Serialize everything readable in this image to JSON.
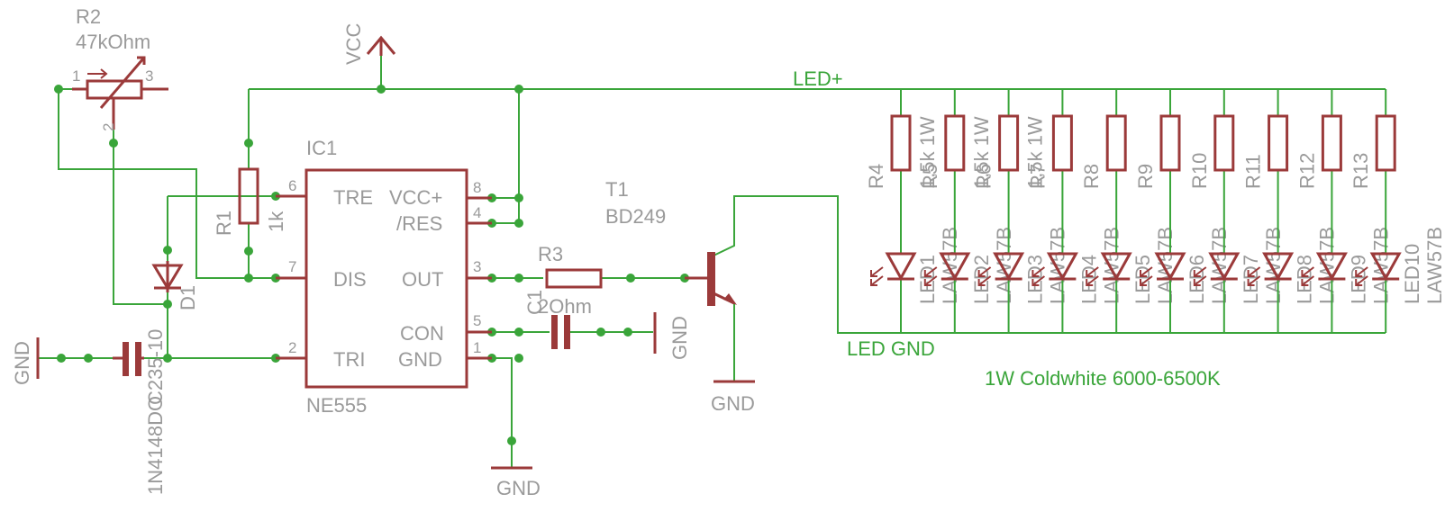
{
  "nets": {
    "vcc": "VCC",
    "led_plus": "LED+",
    "led_gnd": "LED GND",
    "gnd": "GND"
  },
  "note": "1W Coldwhite 6000-6500K",
  "ic": {
    "name": "IC1",
    "value": "NE555",
    "pin_names": {
      "tre": "TRE",
      "dis": "DIS",
      "tri": "TRI",
      "vcc": "VCC+",
      "res": "/RES",
      "out": "OUT",
      "con": "CON",
      "gnd": "GND"
    },
    "pin_numbers": {
      "tre": "6",
      "dis": "7",
      "tri": "2",
      "vcc": "8",
      "res": "4",
      "out": "3",
      "con": "5",
      "gnd": "1"
    }
  },
  "r1": {
    "name": "R1",
    "value": "1k"
  },
  "r2": {
    "name": "R2",
    "value": "47kOhm",
    "pin1": "1",
    "pin2": "2",
    "pin3": "3"
  },
  "r3": {
    "name": "R3",
    "value": "2Ohm"
  },
  "c1": {
    "name": "C1"
  },
  "c2": {
    "name": "C2",
    "value": "35-10"
  },
  "d1": {
    "name": "D1",
    "value": "1N4148DO"
  },
  "t1": {
    "name": "T1",
    "value": "BD249"
  },
  "led_resistors": [
    {
      "name": "R4",
      "value": "1,5k 1W"
    },
    {
      "name": "R5",
      "value": "1,5k 1W"
    },
    {
      "name": "R6",
      "value": "1,5k 1W"
    },
    {
      "name": "R7",
      "value": ""
    },
    {
      "name": "R8",
      "value": ""
    },
    {
      "name": "R9",
      "value": ""
    },
    {
      "name": "R10",
      "value": ""
    },
    {
      "name": "R11",
      "value": ""
    },
    {
      "name": "R12",
      "value": ""
    },
    {
      "name": "R13",
      "value": ""
    }
  ],
  "leds": [
    {
      "name": "LED1",
      "value": "LAW57B"
    },
    {
      "name": "LED2",
      "value": "LAW57B"
    },
    {
      "name": "LED3",
      "value": "LAW57B"
    },
    {
      "name": "LED4",
      "value": "LAW57B"
    },
    {
      "name": "LED5",
      "value": "LAW57B"
    },
    {
      "name": "LED6",
      "value": "LAW57B"
    },
    {
      "name": "LED7",
      "value": "LAW57B"
    },
    {
      "name": "LED8",
      "value": "LAW57B"
    },
    {
      "name": "LED9",
      "value": "LAW57B"
    },
    {
      "name": "LED10",
      "value": "LAW57B"
    }
  ]
}
